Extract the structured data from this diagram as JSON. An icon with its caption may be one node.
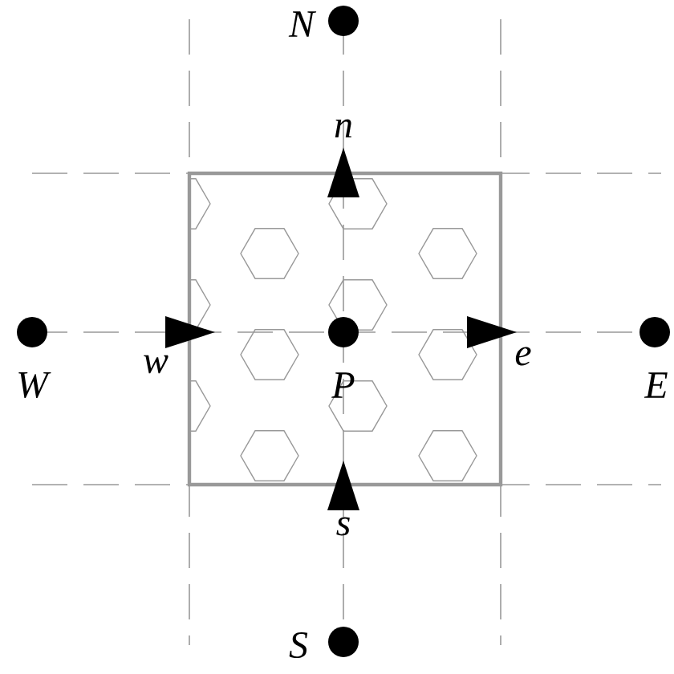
{
  "diagram": {
    "nodes": [
      {
        "text": [],
        "shape": "box"
      },
      {
        "text": [],
        "shape": "circle",
        "beside": [
          "N"
        ]
      },
      {
        "text": [],
        "shape": "circle",
        "beside": [
          "W"
        ]
      },
      {
        "text": [],
        "shape": "circle",
        "beside": [
          "P"
        ],
        "in": 0
      },
      {
        "text": [],
        "shape": "circle",
        "beside": [
          "E"
        ]
      },
      {
        "text": [],
        "shape": "circle",
        "beside": [
          "S"
        ]
      }
    ],
    "labels": [
      "n",
      "w",
      "e",
      "s"
    ]
  }
}
